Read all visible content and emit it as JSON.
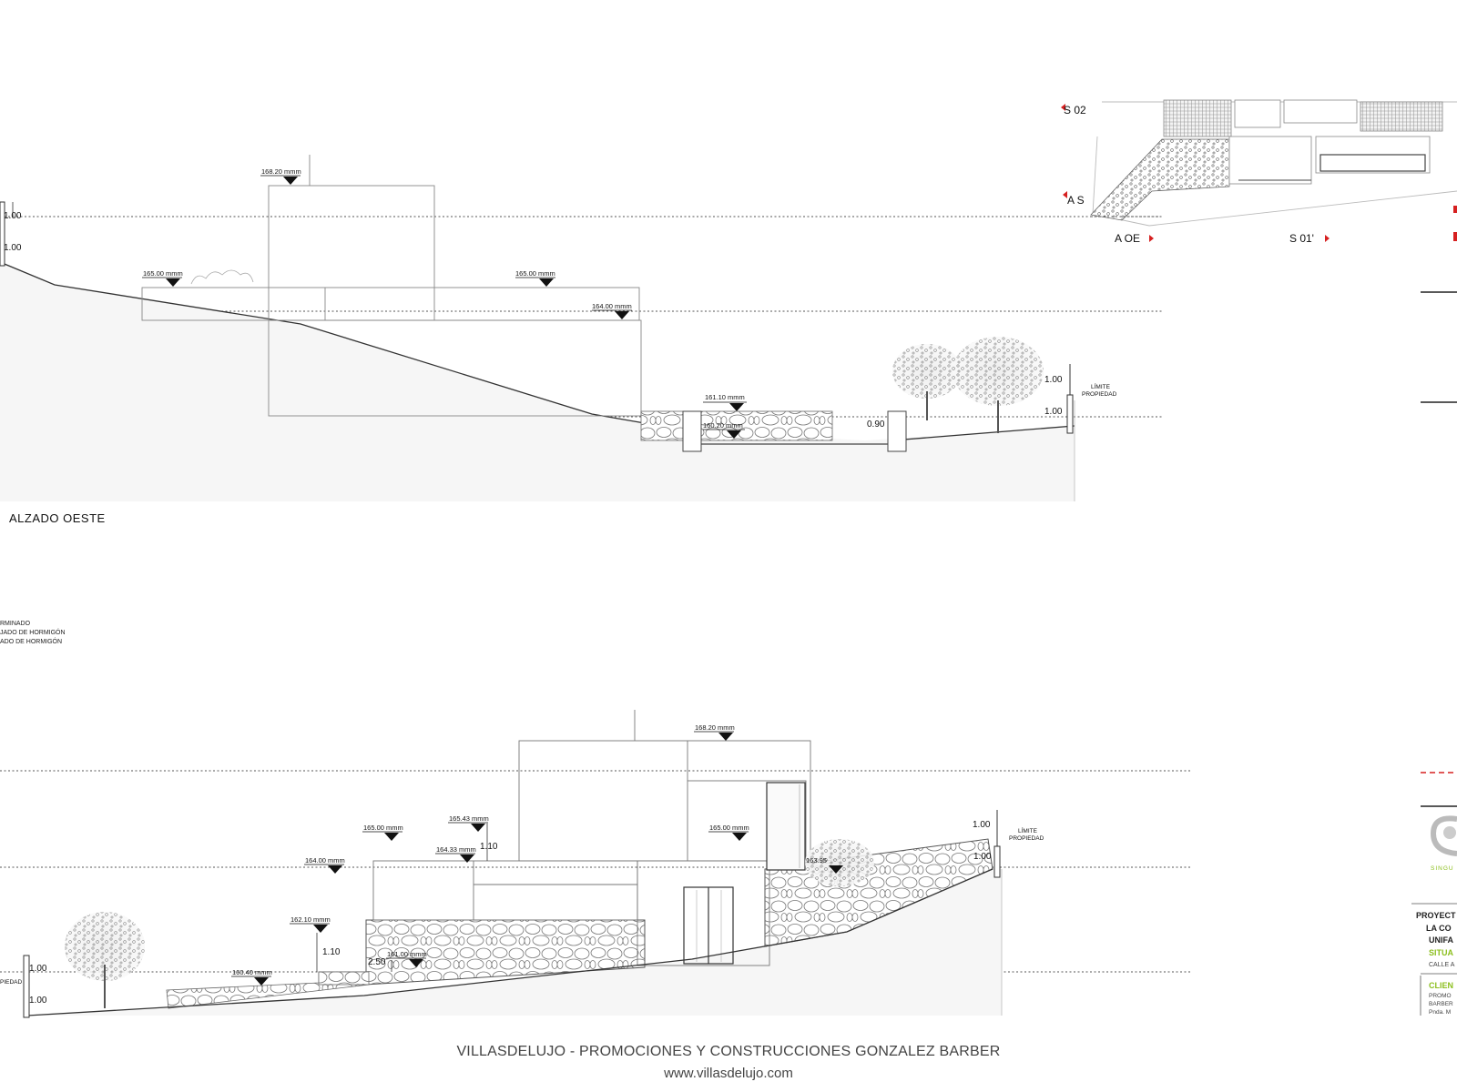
{
  "sheet": {
    "brand_line": "VILLASDELUJO - PROMOCIONES Y CONSTRUCCIONES GONZALEZ BARBER",
    "website": "www.villasdelujo.com"
  },
  "west_elevation": {
    "title": "ALZADO OESTE",
    "levels": [
      "168.20 mmm",
      "165.00 mmm",
      "165.00 mmm",
      "164.00 mmm",
      "161.10 mmm",
      "160.20 mmm"
    ],
    "dims": [
      "1.00",
      "1.00",
      "1.00",
      "1.00",
      "0.90"
    ],
    "boundary_label": [
      "LÍMITE",
      "PROPIEDAD"
    ]
  },
  "section_elevation": {
    "levels": [
      "168.20 mmm",
      "165.43 mmm",
      "165.00 mmm",
      "165.00 mmm",
      "164.33 mmm",
      "164.00 mmm",
      "163.95",
      "162.10 mmm",
      "161.00 mmm",
      "160.40 mmm"
    ],
    "dims": [
      "1.10",
      "1.10",
      "2.50",
      "1.00",
      "1.00",
      "1.00",
      "1.00"
    ],
    "boundary_label": [
      "LÍMITE",
      "PROPIEDAD"
    ],
    "left_cut_label": "PIEDAD"
  },
  "legend": {
    "items": [
      "RMINADO",
      "JADO DE HORMIGÓN",
      "ADO DE HORMIGÓN"
    ]
  },
  "key_plan": {
    "labels": [
      "S 02",
      "A S",
      "A OE",
      "S 01'"
    ],
    "marker_color": "#d62020"
  },
  "title_block": {
    "logo_text": "SINGU",
    "project_lines": [
      "PROYECT",
      "LA CO",
      "UNIFA"
    ],
    "situation_label": "SITUA",
    "address": "CALLE A",
    "client_label": "CLIEN",
    "client_lines": [
      "PROMO",
      "BARBER",
      "Pnda. M"
    ],
    "accent_color": "#8cbf1e",
    "alert_color": "#d62020"
  }
}
